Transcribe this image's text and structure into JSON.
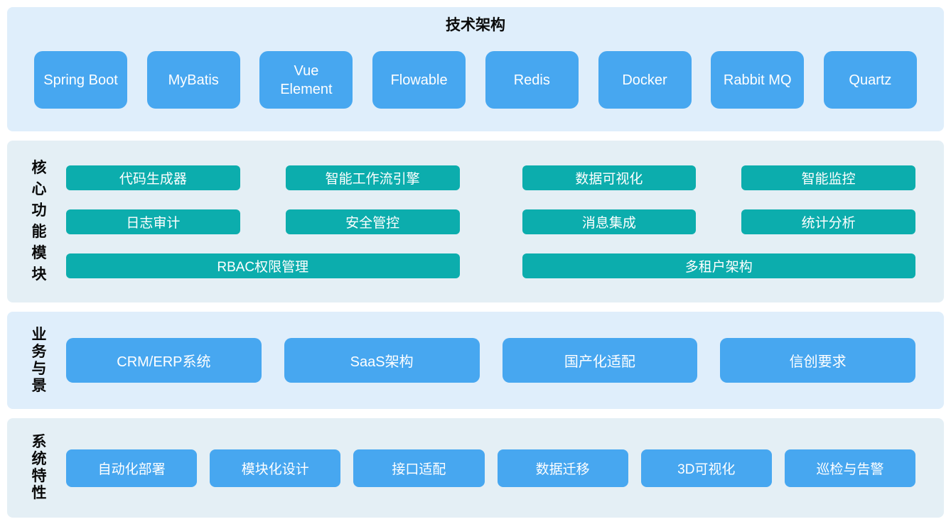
{
  "palette": {
    "blue": "#47a7f0",
    "teal": "#0cadad",
    "bg-blue": "#dfeefb",
    "bg-teal": "#e4eff5",
    "btn-text": "#ffffff",
    "title-color": "#0a0a0a"
  },
  "sections": {
    "tech": {
      "title": "技术架构",
      "items": [
        "Spring Boot",
        "MyBatis",
        "Vue Element",
        "Flowable",
        "Redis",
        "Docker",
        "Rabbit MQ",
        "Quartz"
      ]
    },
    "core": {
      "label": "核心功能模块",
      "left_items": [
        "代码生成器",
        "智能工作流引擎",
        "日志审计",
        "安全管控"
      ],
      "left_wide": "RBAC权限管理",
      "right_items": [
        "数据可视化",
        "智能监控",
        "消息集成",
        "统计分析"
      ],
      "right_wide": "多租户架构"
    },
    "business": {
      "label": "业务与景",
      "items": [
        "CRM/ERP系统",
        "SaaS架构",
        "国产化适配",
        "信创要求"
      ]
    },
    "system": {
      "label": "系统特性",
      "items": [
        "自动化部署",
        "模块化设计",
        "接口适配",
        "数据迁移",
        "3D可视化",
        "巡检与告警"
      ]
    }
  }
}
